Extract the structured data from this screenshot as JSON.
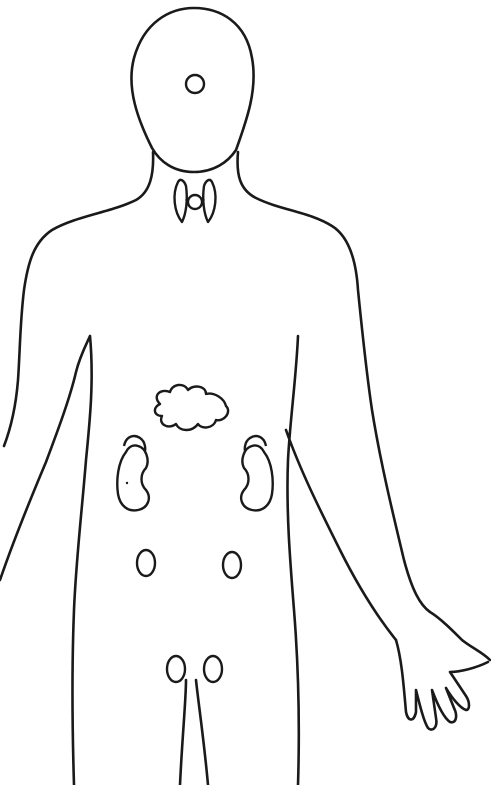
{
  "diagram": {
    "type": "human-body-outline",
    "view": "front",
    "line_color": "#1a1a1a",
    "background": "#ffffff",
    "glands": [
      "pituitary",
      "thyroid",
      "parathyroid",
      "pancreas",
      "adrenal-kidney-left",
      "adrenal-kidney-right",
      "ovary-left",
      "ovary-right",
      "testis-left",
      "testis-right"
    ]
  }
}
